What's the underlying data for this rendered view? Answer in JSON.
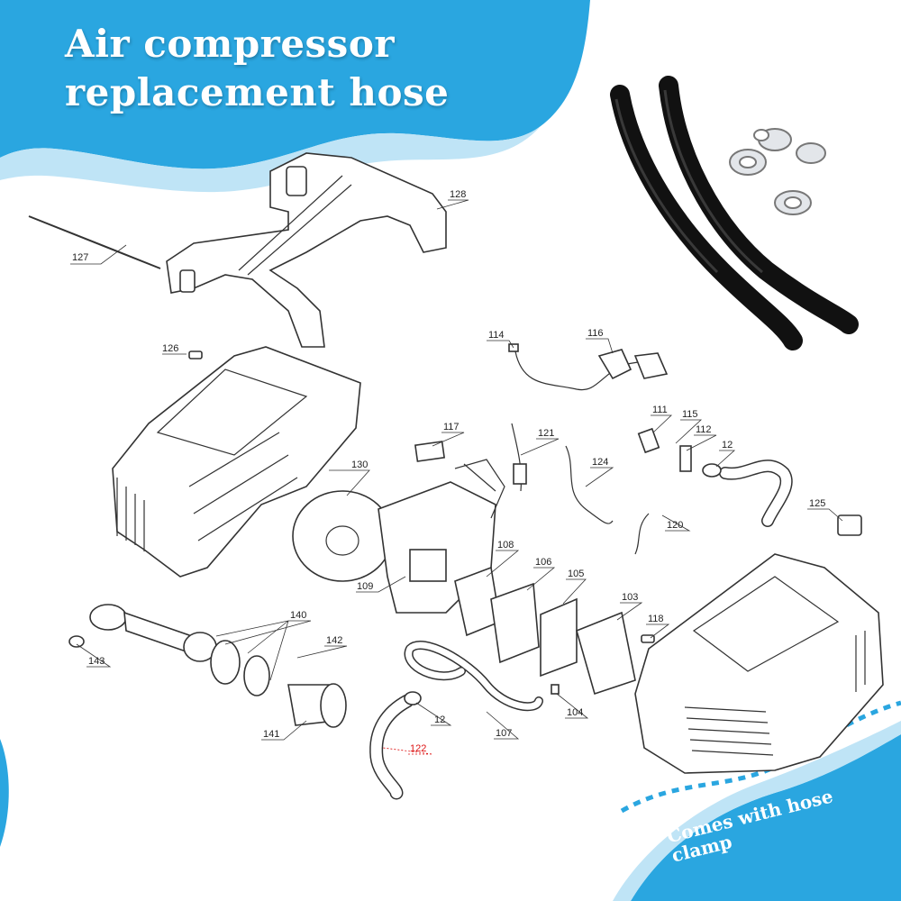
{
  "title": "Air compressor replacement hose",
  "badge": "Comes with hose clamp",
  "colors": {
    "accent": "#2aa6e0",
    "background": "#ffffff",
    "hose": "#111111",
    "highlight_label": "#d11111"
  },
  "part_labels": {
    "p127": "127",
    "p128": "128",
    "p126": "126",
    "p114": "114",
    "p116": "116",
    "p117": "117",
    "p121": "121",
    "p111": "111",
    "p115": "115",
    "p112": "112",
    "p12a": "12",
    "p124": "124",
    "p130": "130",
    "p125": "125",
    "p120": "120",
    "p108": "108",
    "p106": "106",
    "p105": "105",
    "p103": "103",
    "p109": "109",
    "p140": "140",
    "p142": "142",
    "p118": "118",
    "p143": "143",
    "p141": "141",
    "p12b": "12",
    "p104": "104",
    "p107": "107",
    "p122": "122"
  }
}
